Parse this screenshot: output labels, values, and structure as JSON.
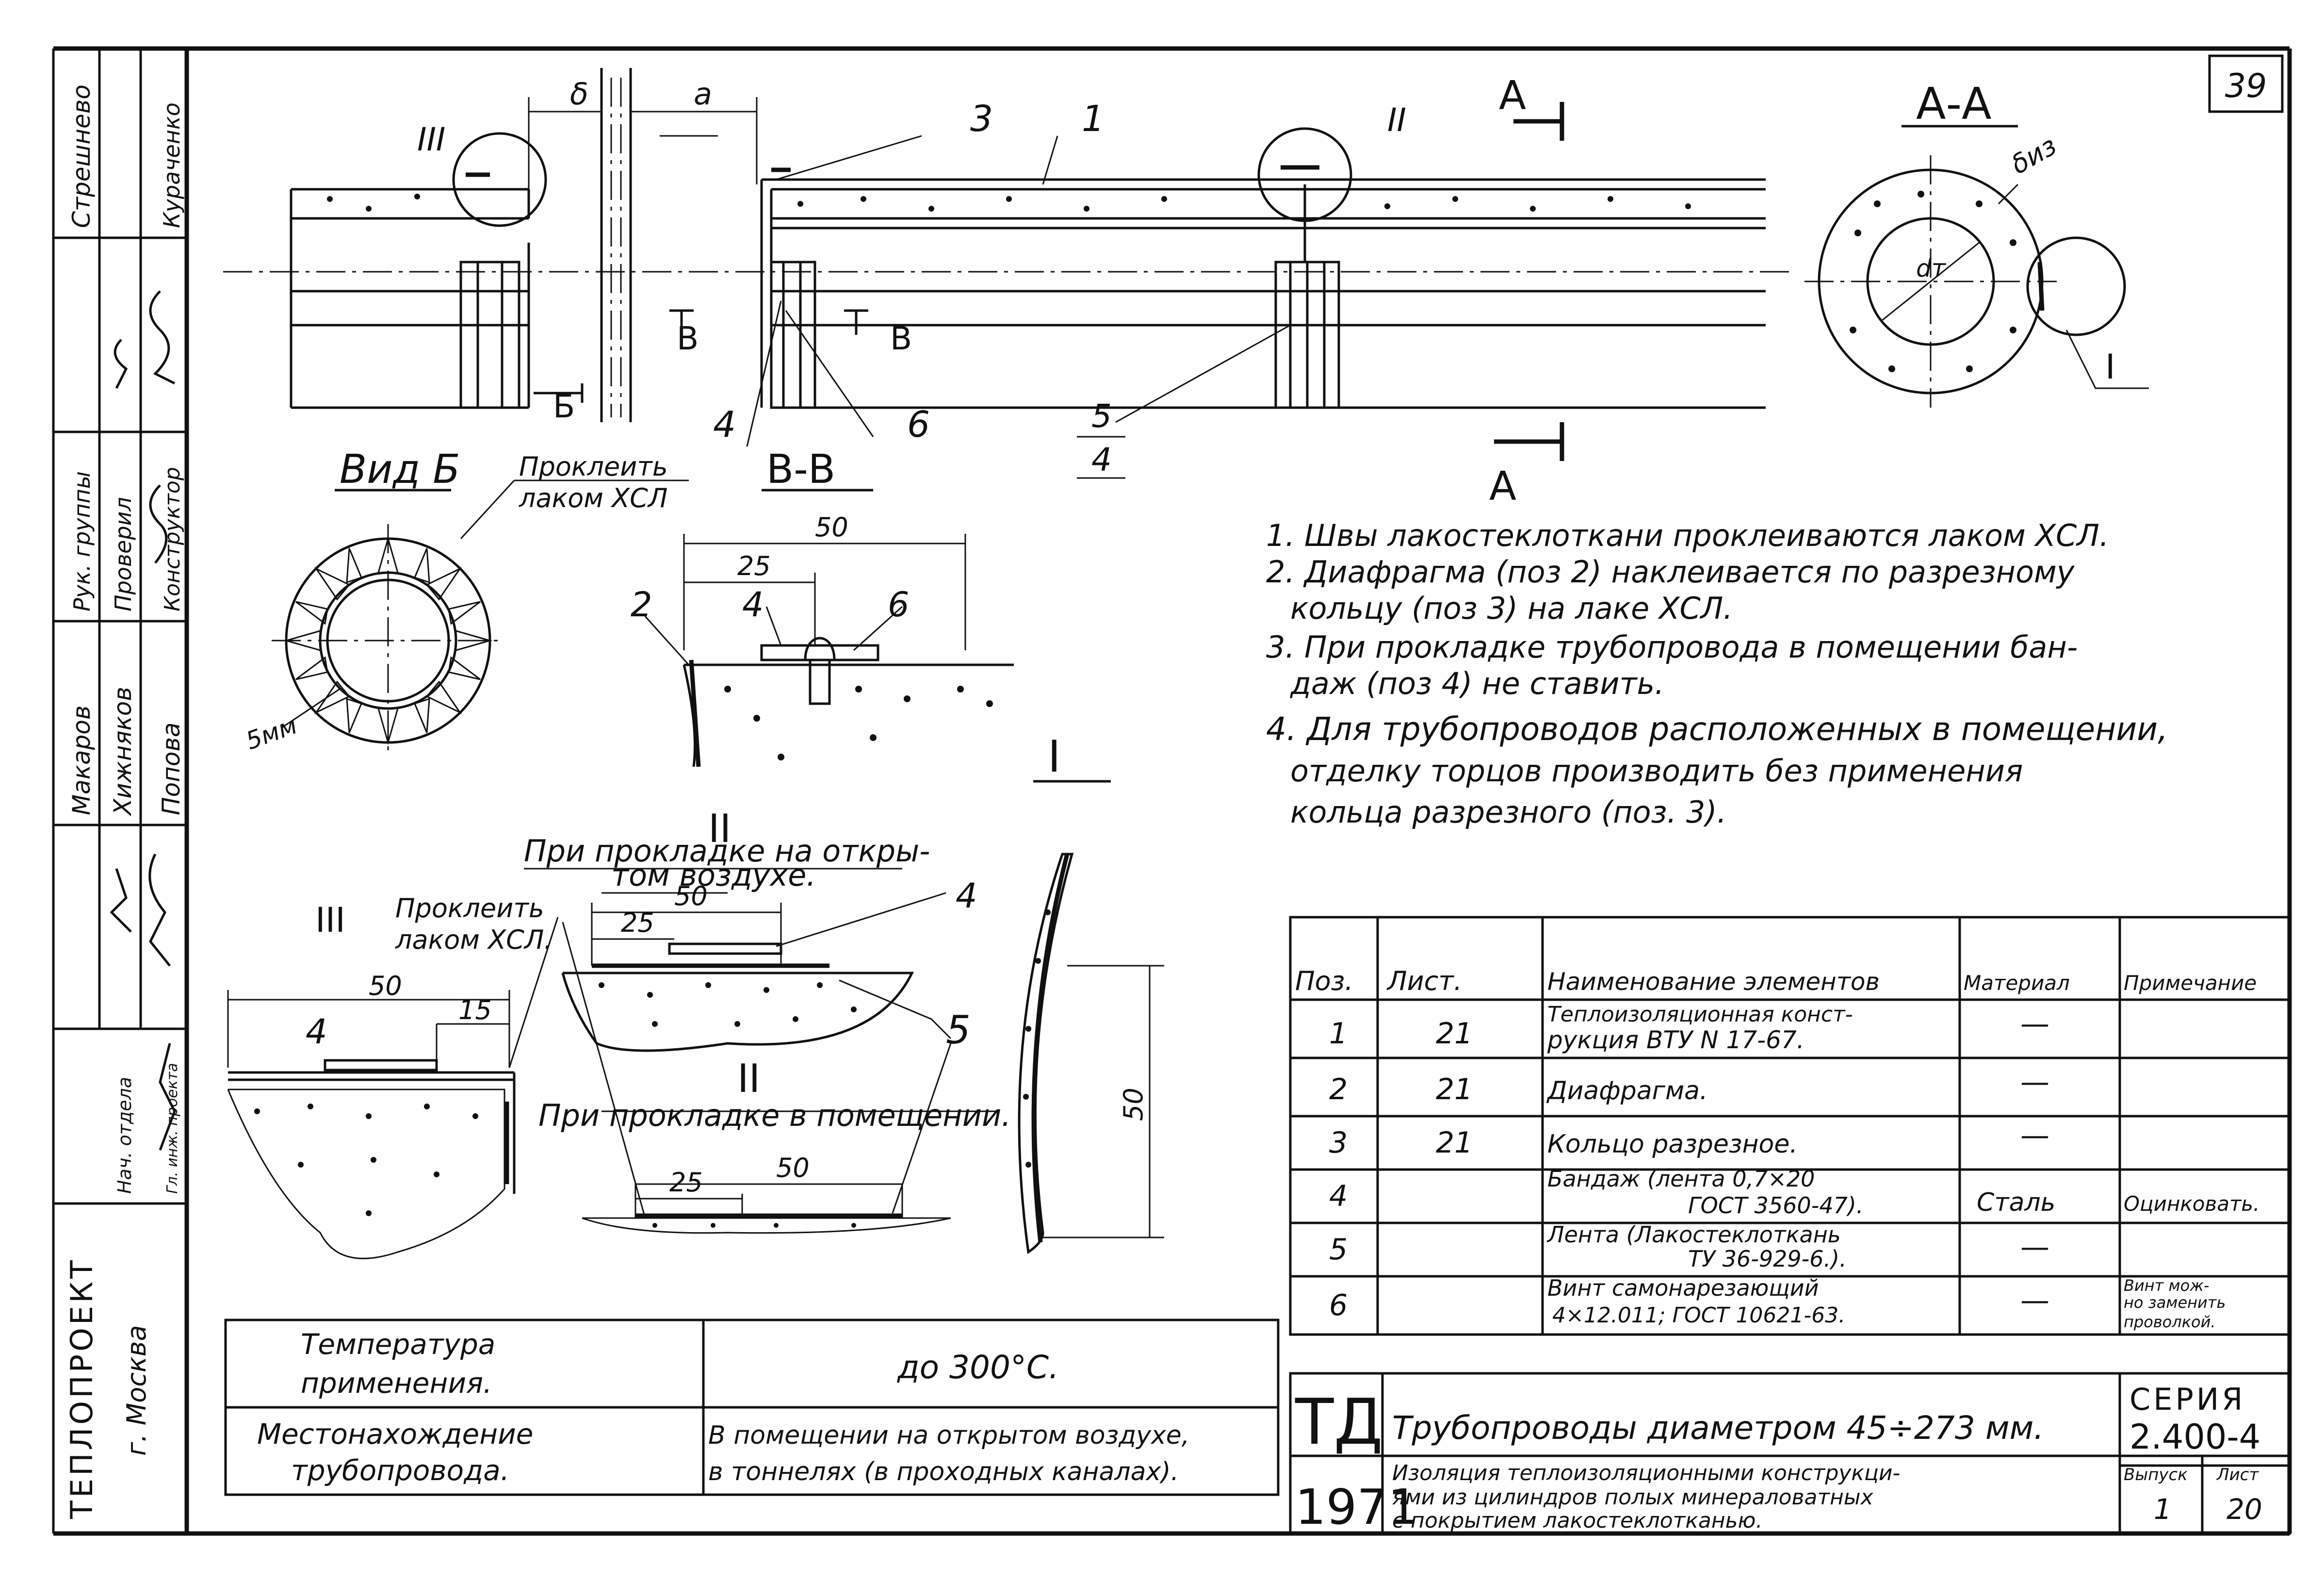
{
  "sheet": {
    "page_number": "39",
    "organization": "ТЕПЛОПРОЕКТ",
    "city": "г. Москва",
    "stamp_ghost": "ТД",
    "stamp_year_ghost": "1971"
  },
  "side_stamp": {
    "rows": [
      {
        "role": "",
        "name": "Стрешнево",
        "sign": ""
      },
      {
        "role": "",
        "name": "Кураченко",
        "sign": ""
      },
      {
        "role": "Рук. группы",
        "name": "Макаров",
        "sign": ""
      },
      {
        "role": "Проверил",
        "name": "Хижняков",
        "sign": ""
      },
      {
        "role": "Конструктор",
        "name": "Попова",
        "sign": ""
      },
      {
        "role": "Нач. отдела",
        "name": "",
        "sign": ""
      },
      {
        "role": "Гл. инж. проекта",
        "name": "",
        "sign": ""
      }
    ]
  },
  "drawing": {
    "section_mark": "А",
    "section_aa": "А-А",
    "section_vv": "В-В",
    "mark_v": "В",
    "view_b": "Вид Б",
    "view_b_mark": "Б",
    "callout_I": "I",
    "callout_II": "II",
    "callout_III": "III",
    "dim_delta": "δ",
    "dim_a": "а",
    "dim_delta_iz": "δиз",
    "dim_dt": "dт",
    "dim_5mm": "5мм",
    "dim_50": "50",
    "dim_25": "25",
    "dim_15": "15",
    "pos_1": "1",
    "pos_2": "2",
    "pos_3": "3",
    "pos_4": "4",
    "pos_5": "5",
    "pos_6": "6",
    "glue_note_1": "Проклеить",
    "glue_note_2": "лаком ХСЛ",
    "glue_note_3": "Проклеить",
    "glue_note_4": "лаком ХСЛ.",
    "outdoor_1": "При прокладке на откры-",
    "outdoor_2": "том воздухе.",
    "indoor": "При прокладке в помещении."
  },
  "notes": [
    "1. Швы лакостеклоткани проклеиваются лаком ХСЛ.",
    "2. Диафрагма (поз 2) наклеивается по разрезному",
    "кольцу (поз 3) на лаке ХСЛ.",
    "3. При прокладке трубопровода в помещении бан-",
    "даж (поз 4) не ставить.",
    "4. Для трубопроводов расположенных в помещении,",
    "отделку торцов производить без применения",
    "кольца разрезного (поз. 3)."
  ],
  "spec_table": {
    "headers": [
      "Поз.",
      "Лист.",
      "Наименование элементов",
      "Материал",
      "Примечание"
    ],
    "rows": [
      {
        "pos": "1",
        "sheet": "21",
        "name": [
          "Теплоизоляционная конст-",
          "рукция ВТУ N 17-67."
        ],
        "material": "—",
        "note": []
      },
      {
        "pos": "2",
        "sheet": "21",
        "name": [
          "Диафрагма."
        ],
        "material": "—",
        "note": []
      },
      {
        "pos": "3",
        "sheet": "21",
        "name": [
          "Кольцо разрезное."
        ],
        "material": "—",
        "note": []
      },
      {
        "pos": "4",
        "sheet": "",
        "name": [
          "Бандаж (лента 0,7×20",
          "ГОСТ 3560-47)."
        ],
        "material": "Сталь",
        "note": [
          "Оцинковать."
        ]
      },
      {
        "pos": "5",
        "sheet": "",
        "name": [
          "Лента (Лакостеклоткань",
          "ТУ 36-929-6.)."
        ],
        "material": "—",
        "note": []
      },
      {
        "pos": "6",
        "sheet": "",
        "name": [
          "Винт самонарезающий",
          "4×12.011; ГОСТ 10621-63."
        ],
        "material": "—",
        "note": [
          "Винт мож-",
          "но заменить",
          "проволкой."
        ]
      }
    ]
  },
  "conditions_table": {
    "temp_label": [
      "Температура",
      "применения."
    ],
    "temp_value": "до 300°С.",
    "location_label": [
      "Местонахождение",
      "трубопровода."
    ],
    "location_value": [
      "В помещении на открытом воздухе,",
      "в тоннелях (в проходных каналах)."
    ]
  },
  "title_block": {
    "code": "ТД",
    "year": "1971",
    "title": "Трубопроводы диаметром 45÷273 мм.",
    "subtitle": [
      "Изоляция теплоизоляционными конструкци-",
      "ями из цилиндров полых минераловатных",
      "с покрытием лакостеклотканью."
    ],
    "series_label": "СЕРИЯ",
    "series_value": "2.400-4",
    "issue_label": "Выпуск",
    "issue_value": "1",
    "sheet_label": "Лист",
    "sheet_value": "20"
  }
}
